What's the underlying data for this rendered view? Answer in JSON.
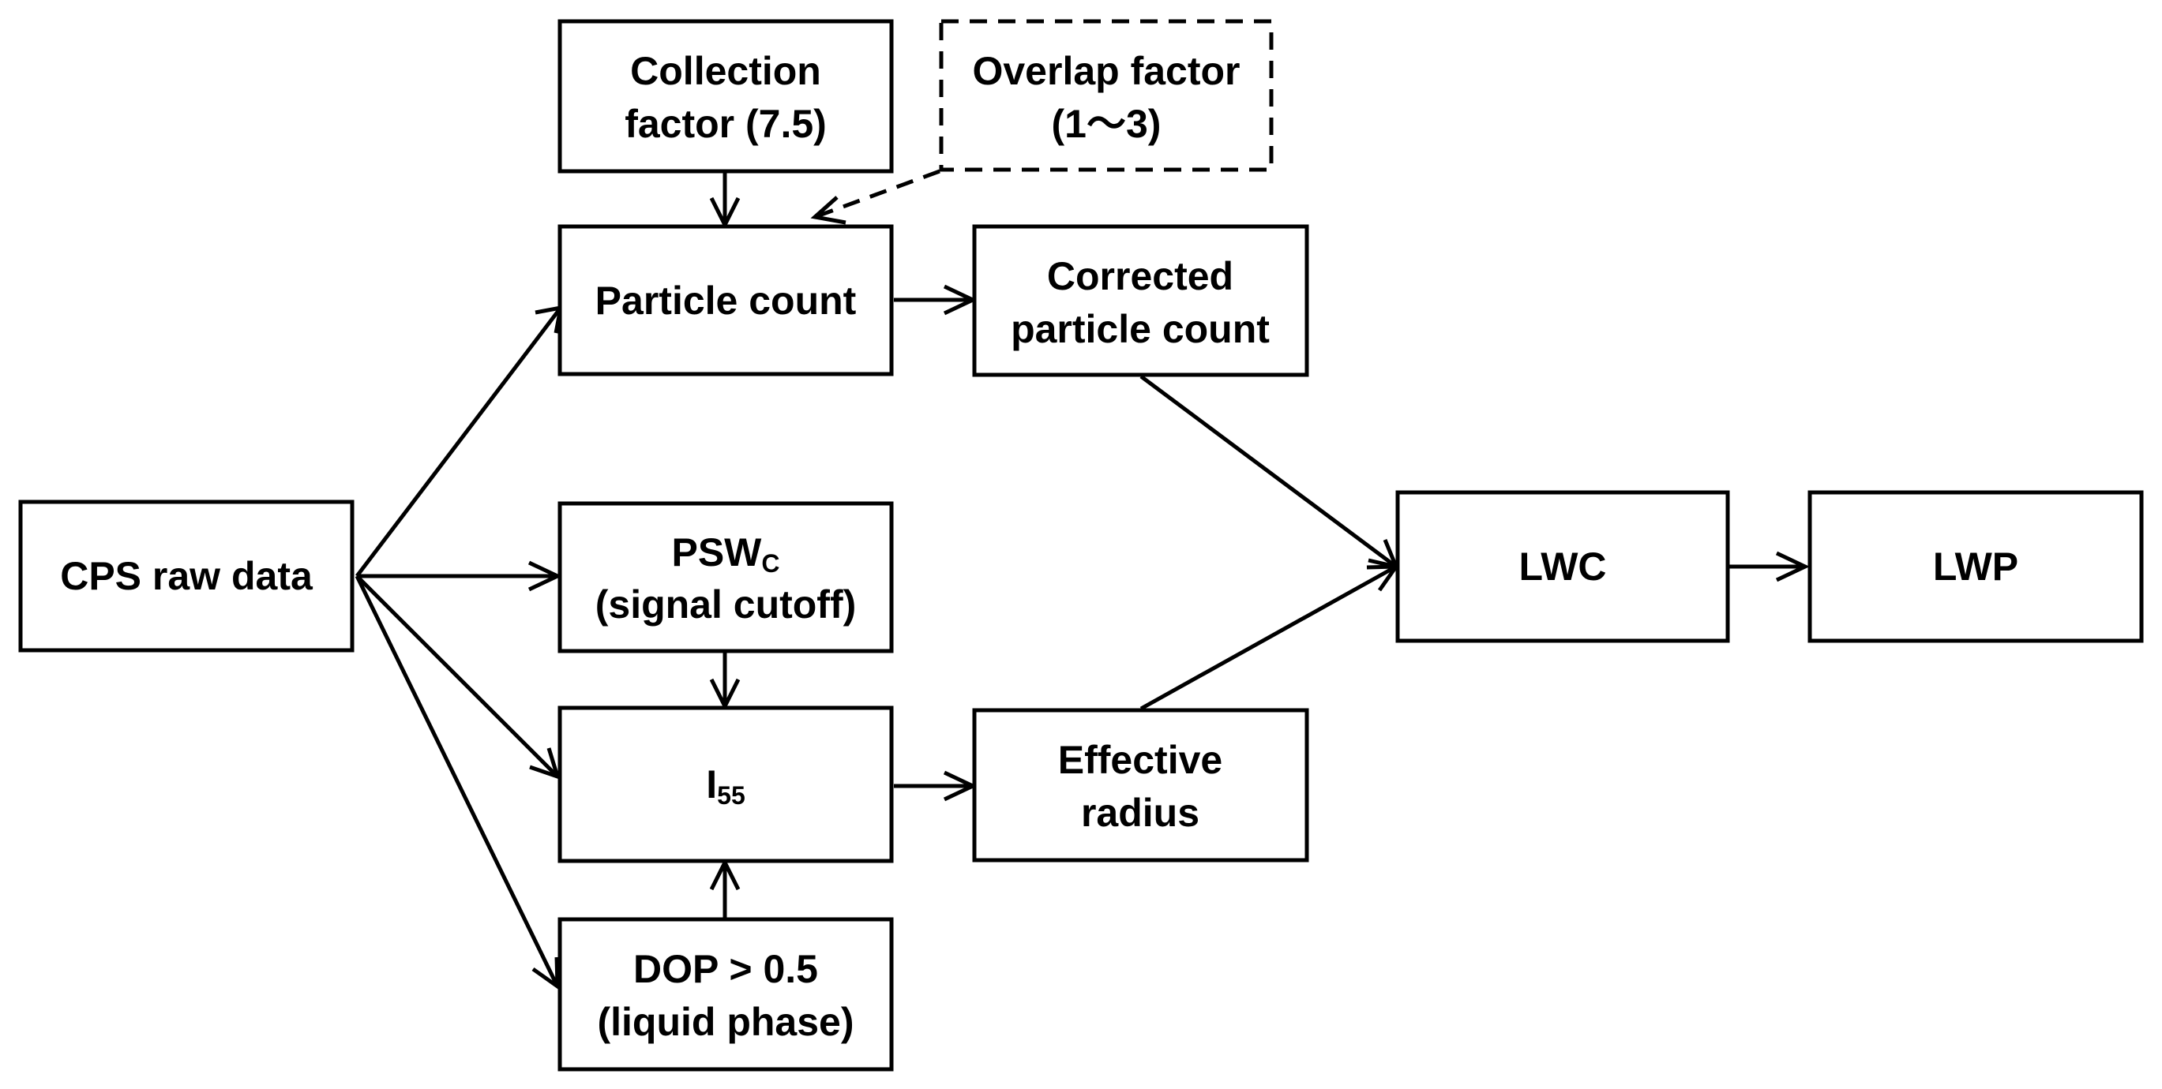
{
  "diagram": {
    "nodes": {
      "cps_raw_data": {
        "lines": [
          "CPS raw data"
        ]
      },
      "collection_factor": {
        "lines": [
          "Collection",
          "factor (7.5)"
        ]
      },
      "overlap_factor": {
        "lines": [
          "Overlap factor",
          "(1～3)"
        ]
      },
      "particle_count": {
        "lines": [
          "Particle count"
        ]
      },
      "corrected_particle_count": {
        "lines": [
          "Corrected",
          "particle count"
        ]
      },
      "psw_c": {
        "main": "PSW",
        "sub": "C",
        "line2": "(signal cutoff)"
      },
      "i55": {
        "main": "I",
        "sub": "55"
      },
      "dop": {
        "lines": [
          "DOP > 0.5",
          "(liquid phase)"
        ]
      },
      "effective_radius": {
        "lines": [
          "Effective",
          "radius"
        ]
      },
      "lwc": {
        "lines": [
          "LWC"
        ]
      },
      "lwp": {
        "lines": [
          "LWP"
        ]
      }
    },
    "edges": [
      {
        "from": "cps_raw_data",
        "to": "particle_count",
        "style": "solid"
      },
      {
        "from": "cps_raw_data",
        "to": "psw_c",
        "style": "solid"
      },
      {
        "from": "cps_raw_data",
        "to": "i55",
        "style": "solid"
      },
      {
        "from": "cps_raw_data",
        "to": "dop",
        "style": "solid"
      },
      {
        "from": "collection_factor",
        "to": "particle_count",
        "style": "solid"
      },
      {
        "from": "overlap_factor",
        "to": "particle_count",
        "style": "dashed"
      },
      {
        "from": "particle_count",
        "to": "corrected_particle_count",
        "style": "solid"
      },
      {
        "from": "psw_c",
        "to": "i55",
        "style": "solid"
      },
      {
        "from": "dop",
        "to": "i55",
        "style": "solid"
      },
      {
        "from": "i55",
        "to": "effective_radius",
        "style": "solid"
      },
      {
        "from": "corrected_particle_count",
        "to": "lwc",
        "style": "solid"
      },
      {
        "from": "effective_radius",
        "to": "lwc",
        "style": "solid"
      },
      {
        "from": "lwc",
        "to": "lwp",
        "style": "solid"
      }
    ]
  }
}
